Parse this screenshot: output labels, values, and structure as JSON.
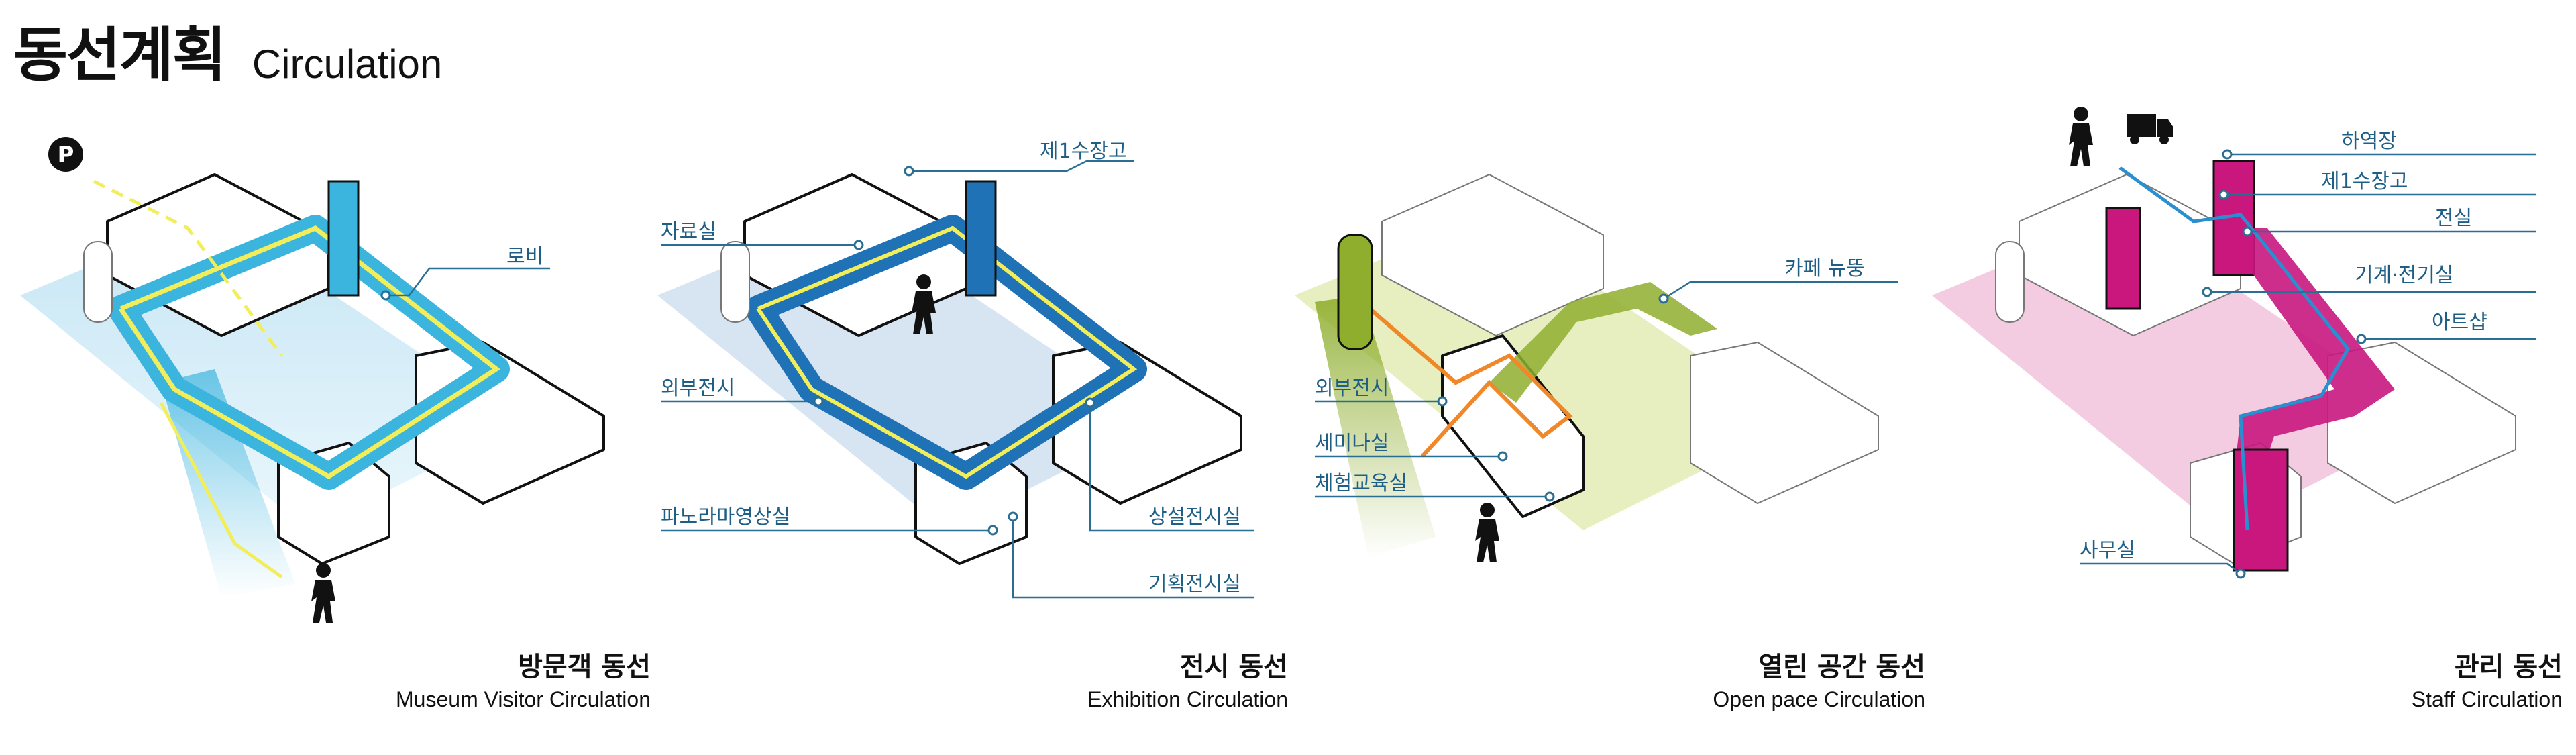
{
  "header": {
    "title_kr": "동선계획",
    "title_en": "Circulation"
  },
  "colors": {
    "visitor": "#3bb4de",
    "exhibition": "#1f72b6",
    "open_space": "#b9cd4e",
    "open_path": "#f0882a",
    "staff": "#c9177e",
    "staff_path": "#2a8fd0",
    "yellow_path": "#f2ee5b",
    "label": "#1f5f85"
  },
  "panels": [
    {
      "caption_kr": "방문객 동선",
      "caption_en": "Museum Visitor Circulation",
      "icons": [
        "parking-icon",
        "pedestrian-icon"
      ],
      "labels": [
        "로비"
      ]
    },
    {
      "caption_kr": "전시 동선",
      "caption_en": "Exhibition Circulation",
      "icons": [
        "pedestrian-icon"
      ],
      "labels": [
        "제1수장고",
        "자료실",
        "외부전시",
        "파노라마영상실",
        "상설전시실",
        "기획전시실"
      ]
    },
    {
      "caption_kr": "열린 공간 동선",
      "caption_en": "Open pace Circulation",
      "icons": [
        "pedestrian-icon"
      ],
      "labels": [
        "카페 뉴뚱",
        "외부전시",
        "세미나실",
        "체험교육실"
      ]
    },
    {
      "caption_kr": "관리 동선",
      "caption_en": "Staff Circulation",
      "icons": [
        "pedestrian-icon",
        "truck-icon"
      ],
      "labels": [
        "하역장",
        "제1수장고",
        "전실",
        "기계·전기실",
        "아트샵",
        "사무실"
      ]
    }
  ]
}
